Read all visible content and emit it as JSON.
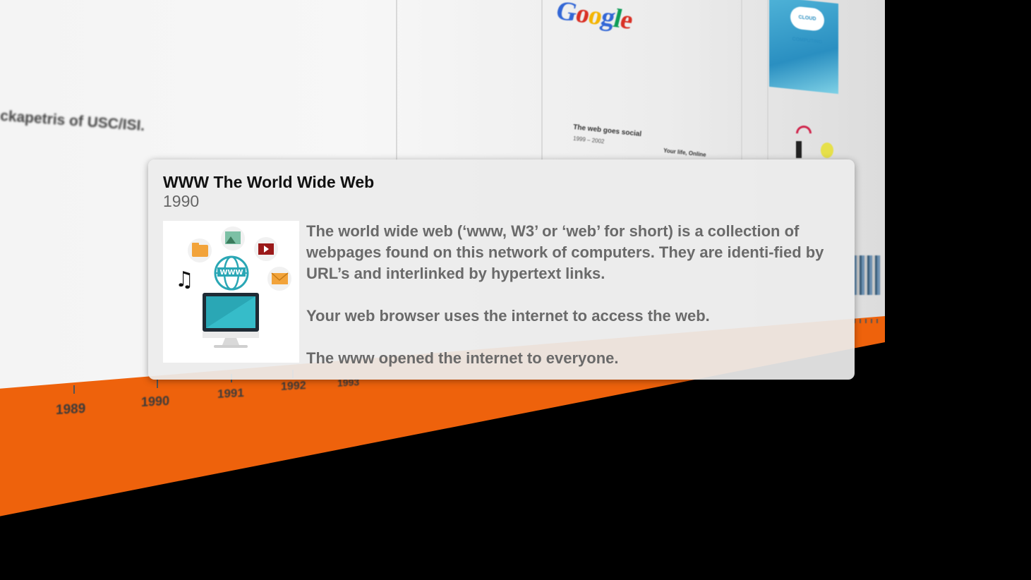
{
  "background": {
    "blurred_caption": "ckapetris of USC/ISI.",
    "google_logo": "Google",
    "cloud_card_label": "CLOUD COMPUTING",
    "web_social_title": "The web goes social",
    "web_social_years": "1999 – 2002",
    "your_life_online": "Your life, Online"
  },
  "timeline": {
    "years": [
      "1989",
      "1990",
      "1991",
      "1992",
      "1993"
    ],
    "colors": {
      "band": "#ee620c",
      "board": "#f4f4f4"
    }
  },
  "popup": {
    "title": "WWW The World Wide Web",
    "year": "1990",
    "image_icon": "www-computer-illustration",
    "paragraphs": [
      "The world wide web (‘www, W3’ or ‘web’ for short) is a collection of webpages found on this network of computers. They are identi-fied by URL’s and interlinked by hypertext links.",
      "Your web browser uses the internet to access the web.",
      "The www opened the internet to everyone."
    ],
    "www_badge": "WWW"
  }
}
